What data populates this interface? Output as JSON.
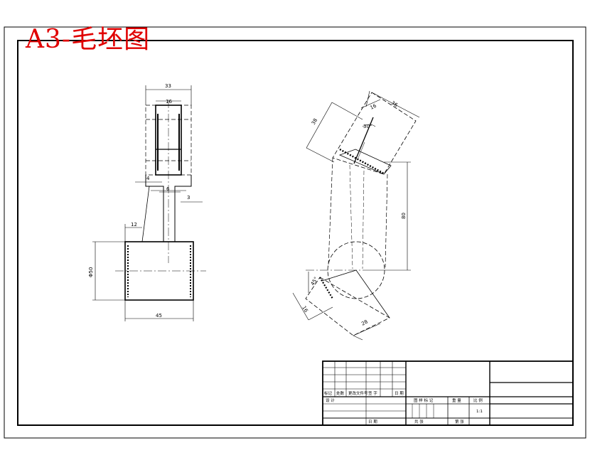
{
  "sheet_title": "A3-毛坯图",
  "dimensions": {
    "top_width": "33",
    "top_inner": "16",
    "neck_left": "4",
    "neck_center": "6",
    "neck_right": "3",
    "offset_left": "12",
    "body_height": "Φ50",
    "body_width": "45",
    "arm_length": "38",
    "arm_small": "16",
    "arm_width": "36",
    "angle": "30°",
    "vertical_span": "80",
    "lower_angle": "45°",
    "lower_small": "16",
    "lower_length": "28"
  },
  "title_block": {
    "row_labels": [
      "标记",
      "处数",
      "更改文件号",
      "签  字",
      "日 期"
    ],
    "designer": "设 计",
    "date": "日 期",
    "stage_mark": "图 样 标 记",
    "weight": "重 量",
    "scale": "比 例",
    "scale_value": "1:1",
    "sheets_total": "共  张",
    "sheet_no": "第  张"
  }
}
